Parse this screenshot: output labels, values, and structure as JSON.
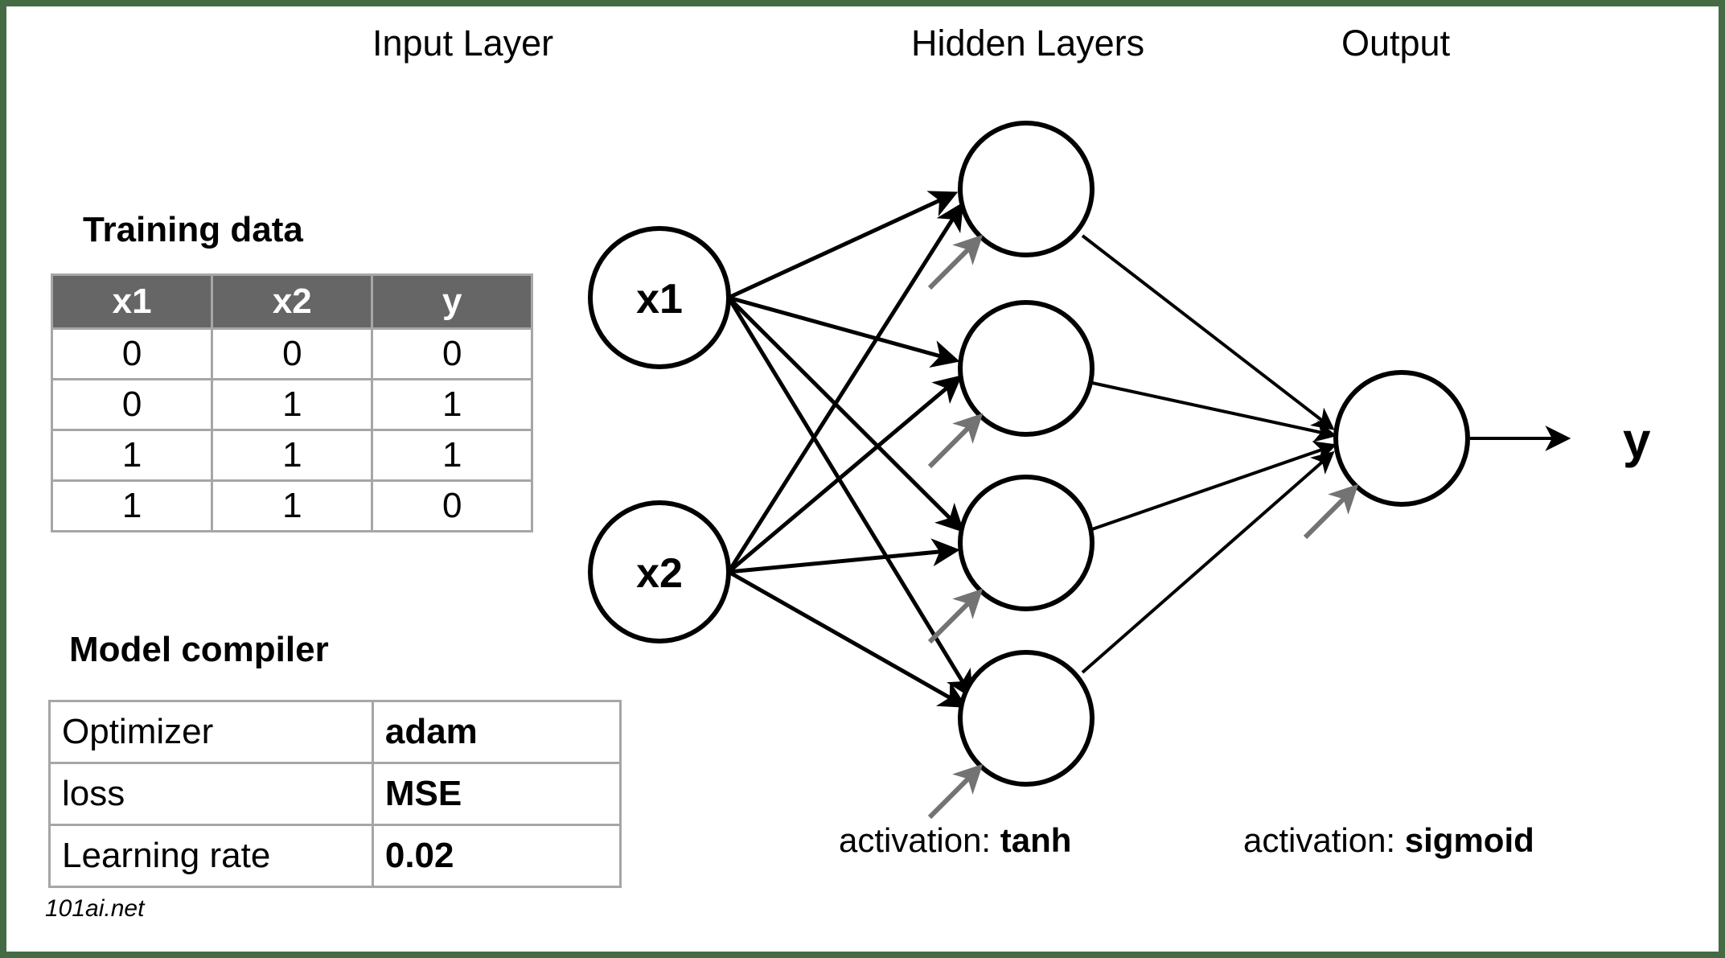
{
  "layer_titles": {
    "input": "Input Layer",
    "hidden": "Hidden Layers",
    "output": "Output"
  },
  "training_panel": {
    "heading": "Training data",
    "columns": [
      "x1",
      "x2",
      "y"
    ],
    "rows": [
      [
        "0",
        "0",
        "0"
      ],
      [
        "0",
        "1",
        "1"
      ],
      [
        "1",
        "1",
        "1"
      ],
      [
        "1",
        "1",
        "0"
      ]
    ]
  },
  "compiler_panel": {
    "heading": "Model compiler",
    "rows": [
      {
        "key": "Optimizer",
        "value": "adam"
      },
      {
        "key": "loss",
        "value": "MSE"
      },
      {
        "key": "Learning rate",
        "value": "0.02"
      }
    ]
  },
  "network": {
    "input_nodes": [
      {
        "label": "x1"
      },
      {
        "label": "x2"
      }
    ],
    "hidden_node_count": 4,
    "output_node_label": "",
    "output_signal_label": "y",
    "activations": {
      "hidden_prefix": "activation: ",
      "hidden_value": "tanh",
      "output_prefix": "activation: ",
      "output_value": "sigmoid"
    }
  },
  "footer": {
    "credit": "101ai.net"
  },
  "colors": {
    "page_border": "#456b45",
    "table_header_bg": "#666666",
    "table_header_text": "#ffffff",
    "table_border": "#a6a6a6",
    "node_stroke": "#000000",
    "edge": "#000000",
    "activation_arrow": "#737373",
    "background": "#ffffff"
  }
}
